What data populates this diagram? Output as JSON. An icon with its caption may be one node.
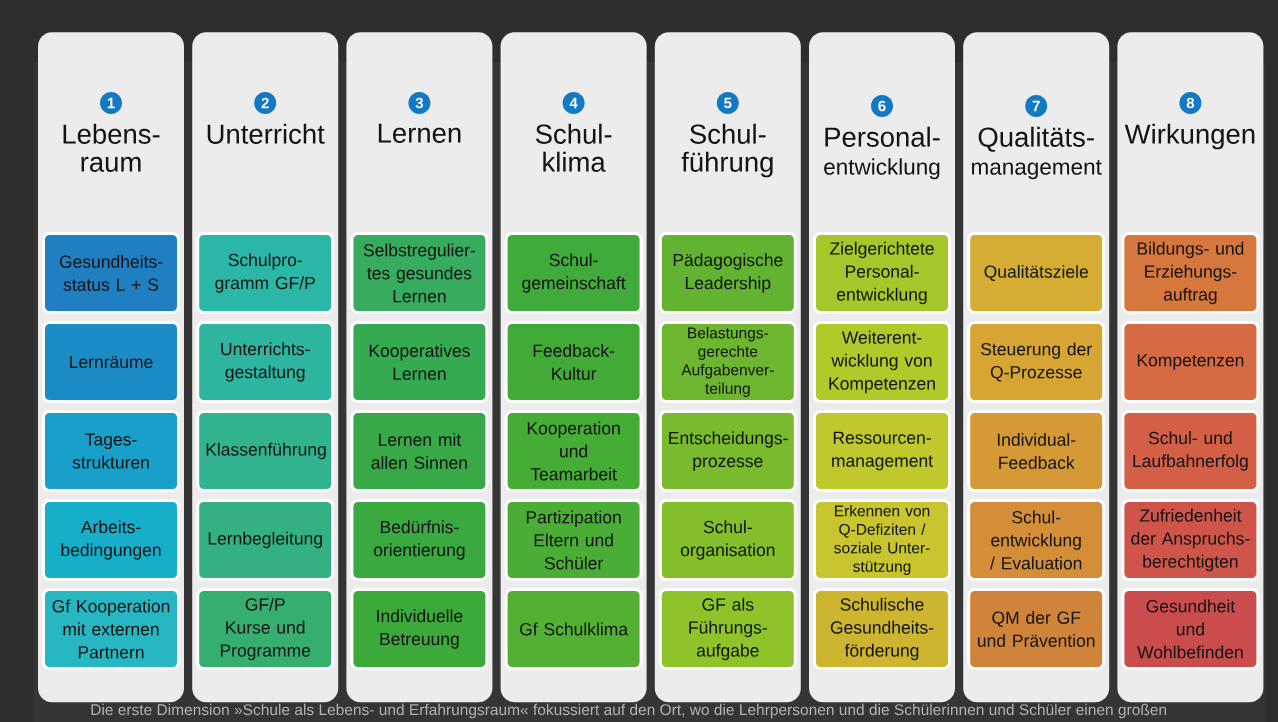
{
  "diagram": {
    "nodes": [
      {
        "text": [
          "Lebens- raum"
        ]
      },
      {
        "text": [
          "1"
        ],
        "in": 0
      },
      {
        "text": [
          "Gesundheits- status L + S"
        ],
        "in": 0
      },
      {
        "text": [
          "Lernräume"
        ],
        "in": 0
      },
      {
        "text": [
          "Tages- strukturen"
        ],
        "in": 0
      },
      {
        "text": [
          "Arbeits- bedingungen"
        ],
        "in": 0
      },
      {
        "text": [
          "Gf Kooperation mit externen Partnern"
        ],
        "in": 0
      },
      {
        "text": [
          "Unterricht"
        ]
      },
      {
        "text": [
          "2"
        ],
        "in": 7
      },
      {
        "text": [
          "Schulpro- gramm GF/P"
        ],
        "in": 7
      },
      {
        "text": [
          "Unterrichts- gestaltung"
        ],
        "in": 7
      },
      {
        "text": [
          "Klassenführung"
        ],
        "in": 7
      },
      {
        "text": [
          "Lernbegleitung"
        ],
        "in": 7
      },
      {
        "text": [
          "GF/P Kurse und Programme"
        ],
        "in": 7
      },
      {
        "text": [
          "Lernen"
        ]
      },
      {
        "text": [
          "3"
        ],
        "in": 14
      },
      {
        "text": [
          "Selbstregulier- tes gesundes Lernen"
        ],
        "in": 14
      },
      {
        "text": [
          "Kooperatives Lernen"
        ],
        "in": 14
      },
      {
        "text": [
          "Lernen mit allen Sinnen"
        ],
        "in": 14
      },
      {
        "text": [
          "Bedürfnis- orientierung"
        ],
        "in": 14
      },
      {
        "text": [
          "Individuelle Betreuung"
        ],
        "in": 14
      },
      {
        "text": [
          "Schul- klima"
        ]
      },
      {
        "text": [
          "4"
        ],
        "in": 21
      },
      {
        "text": [
          "Schul- gemeinschaft"
        ],
        "in": 21
      },
      {
        "text": [
          "Feedback- Kultur"
        ],
        "in": 21
      },
      {
        "text": [
          "Kooperation und Teamarbeit"
        ],
        "in": 21
      },
      {
        "text": [
          "Partizipation Eltern und Schüler"
        ],
        "in": 21
      },
      {
        "text": [
          "Gf Schulklima"
        ],
        "in": 21
      },
      {
        "text": [
          "Schul- führung"
        ]
      },
      {
        "text": [
          "5"
        ],
        "in": 28
      },
      {
        "text": [
          "Pädagogische Leadership"
        ],
        "in": 28
      },
      {
        "text": [
          "Belastungs- gerechte Aufgabenver- teilung"
        ],
        "in": 28
      },
      {
        "text": [
          "Entscheidungs- prozesse"
        ],
        "in": 28
      },
      {
        "text": [
          "Schul- organisation"
        ],
        "in": 28
      },
      {
        "text": [
          "GF als Führungs- aufgabe"
        ],
        "in": 28
      },
      {
        "text": [
          "Personal- entwicklung"
        ]
      },
      {
        "text": [
          "6"
        ],
        "in": 35
      },
      {
        "text": [
          "Zielgerichtete Personal- entwicklung"
        ],
        "in": 35
      },
      {
        "text": [
          "Weiterent- wicklung von Kompetenzen"
        ],
        "in": 35
      },
      {
        "text": [
          "Ressourcen- management"
        ],
        "in": 35
      },
      {
        "text": [
          "Erkennen von Q-Defiziten / soziale Unter- stützung"
        ],
        "in": 35
      },
      {
        "text": [
          "Schulische Gesundheits- förderung"
        ],
        "in": 35
      },
      {
        "text": [
          "Qualitäts- management"
        ]
      },
      {
        "text": [
          "7"
        ],
        "in": 42
      },
      {
        "text": [
          "Qualitätsziele"
        ],
        "in": 42
      },
      {
        "text": [
          "Steuerung der Q-Prozesse"
        ],
        "in": 42
      },
      {
        "text": [
          "Individual- Feedback"
        ],
        "in": 42
      },
      {
        "text": [
          "Schul- entwicklung / Evaluation"
        ],
        "in": 42
      },
      {
        "text": [
          "QM der GF und Prävention"
        ],
        "in": 42
      },
      {
        "text": [
          "Wirkungen"
        ]
      },
      {
        "text": [
          "8"
        ],
        "in": 49
      },
      {
        "text": [
          "Bildungs- und Erziehungs- auftrag"
        ],
        "in": 49
      },
      {
        "text": [
          "Kompetenzen"
        ],
        "in": 49
      },
      {
        "text": [
          "Schul- und Laufbahnerfolg"
        ],
        "in": 49
      },
      {
        "text": [
          "Zufriedenheit der Anspruchs- berechtigten"
        ],
        "in": 49
      },
      {
        "text": [
          "Gesundheit und Wohlbefinden"
        ],
        "in": 49
      }
    ],
    "labels": [
      "Die erste Dimension »Schule als Lebens- und Erfahrungsraum« fokussiert auf den Ort, wo die Lehrpersonen und die Schülerinnen und Schüler einen großen"
    ]
  }
}
